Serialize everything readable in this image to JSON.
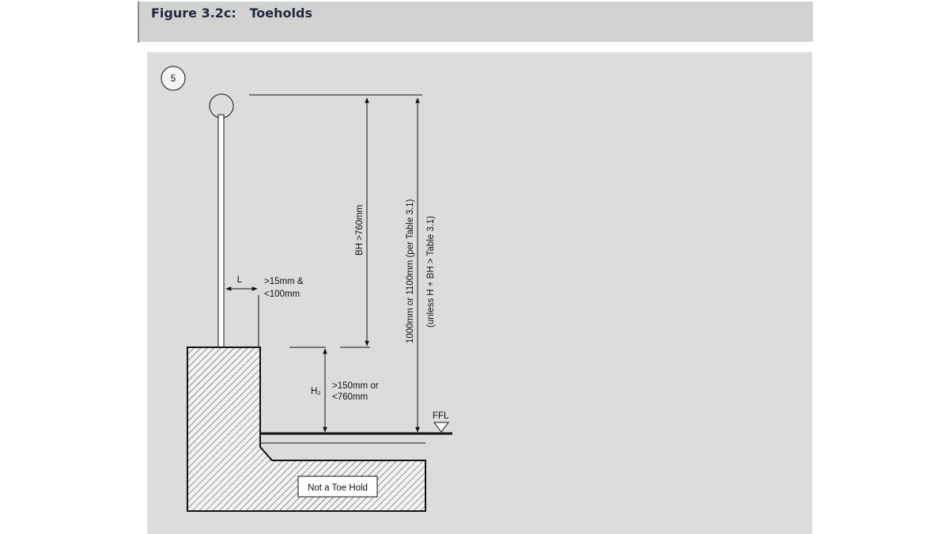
{
  "header": {
    "title": "Figure 3.2c:   Toeholds"
  },
  "diagram": {
    "badge_number": "5",
    "labels": {
      "L": "L",
      "gap_line1": ">15mm &",
      "gap_line2": "<100mm",
      "bh": "BH >760mm",
      "overall_line1": "1000mm or 1100mm (per Table 3.1)",
      "overall_line2": "(unless H + BH > Table 3.1)",
      "h": "H₂",
      "h_line1": ">150mm or",
      "h_line2": "<760mm",
      "ffl": "FFL",
      "not_toehold": "Not a Toe Hold"
    }
  }
}
